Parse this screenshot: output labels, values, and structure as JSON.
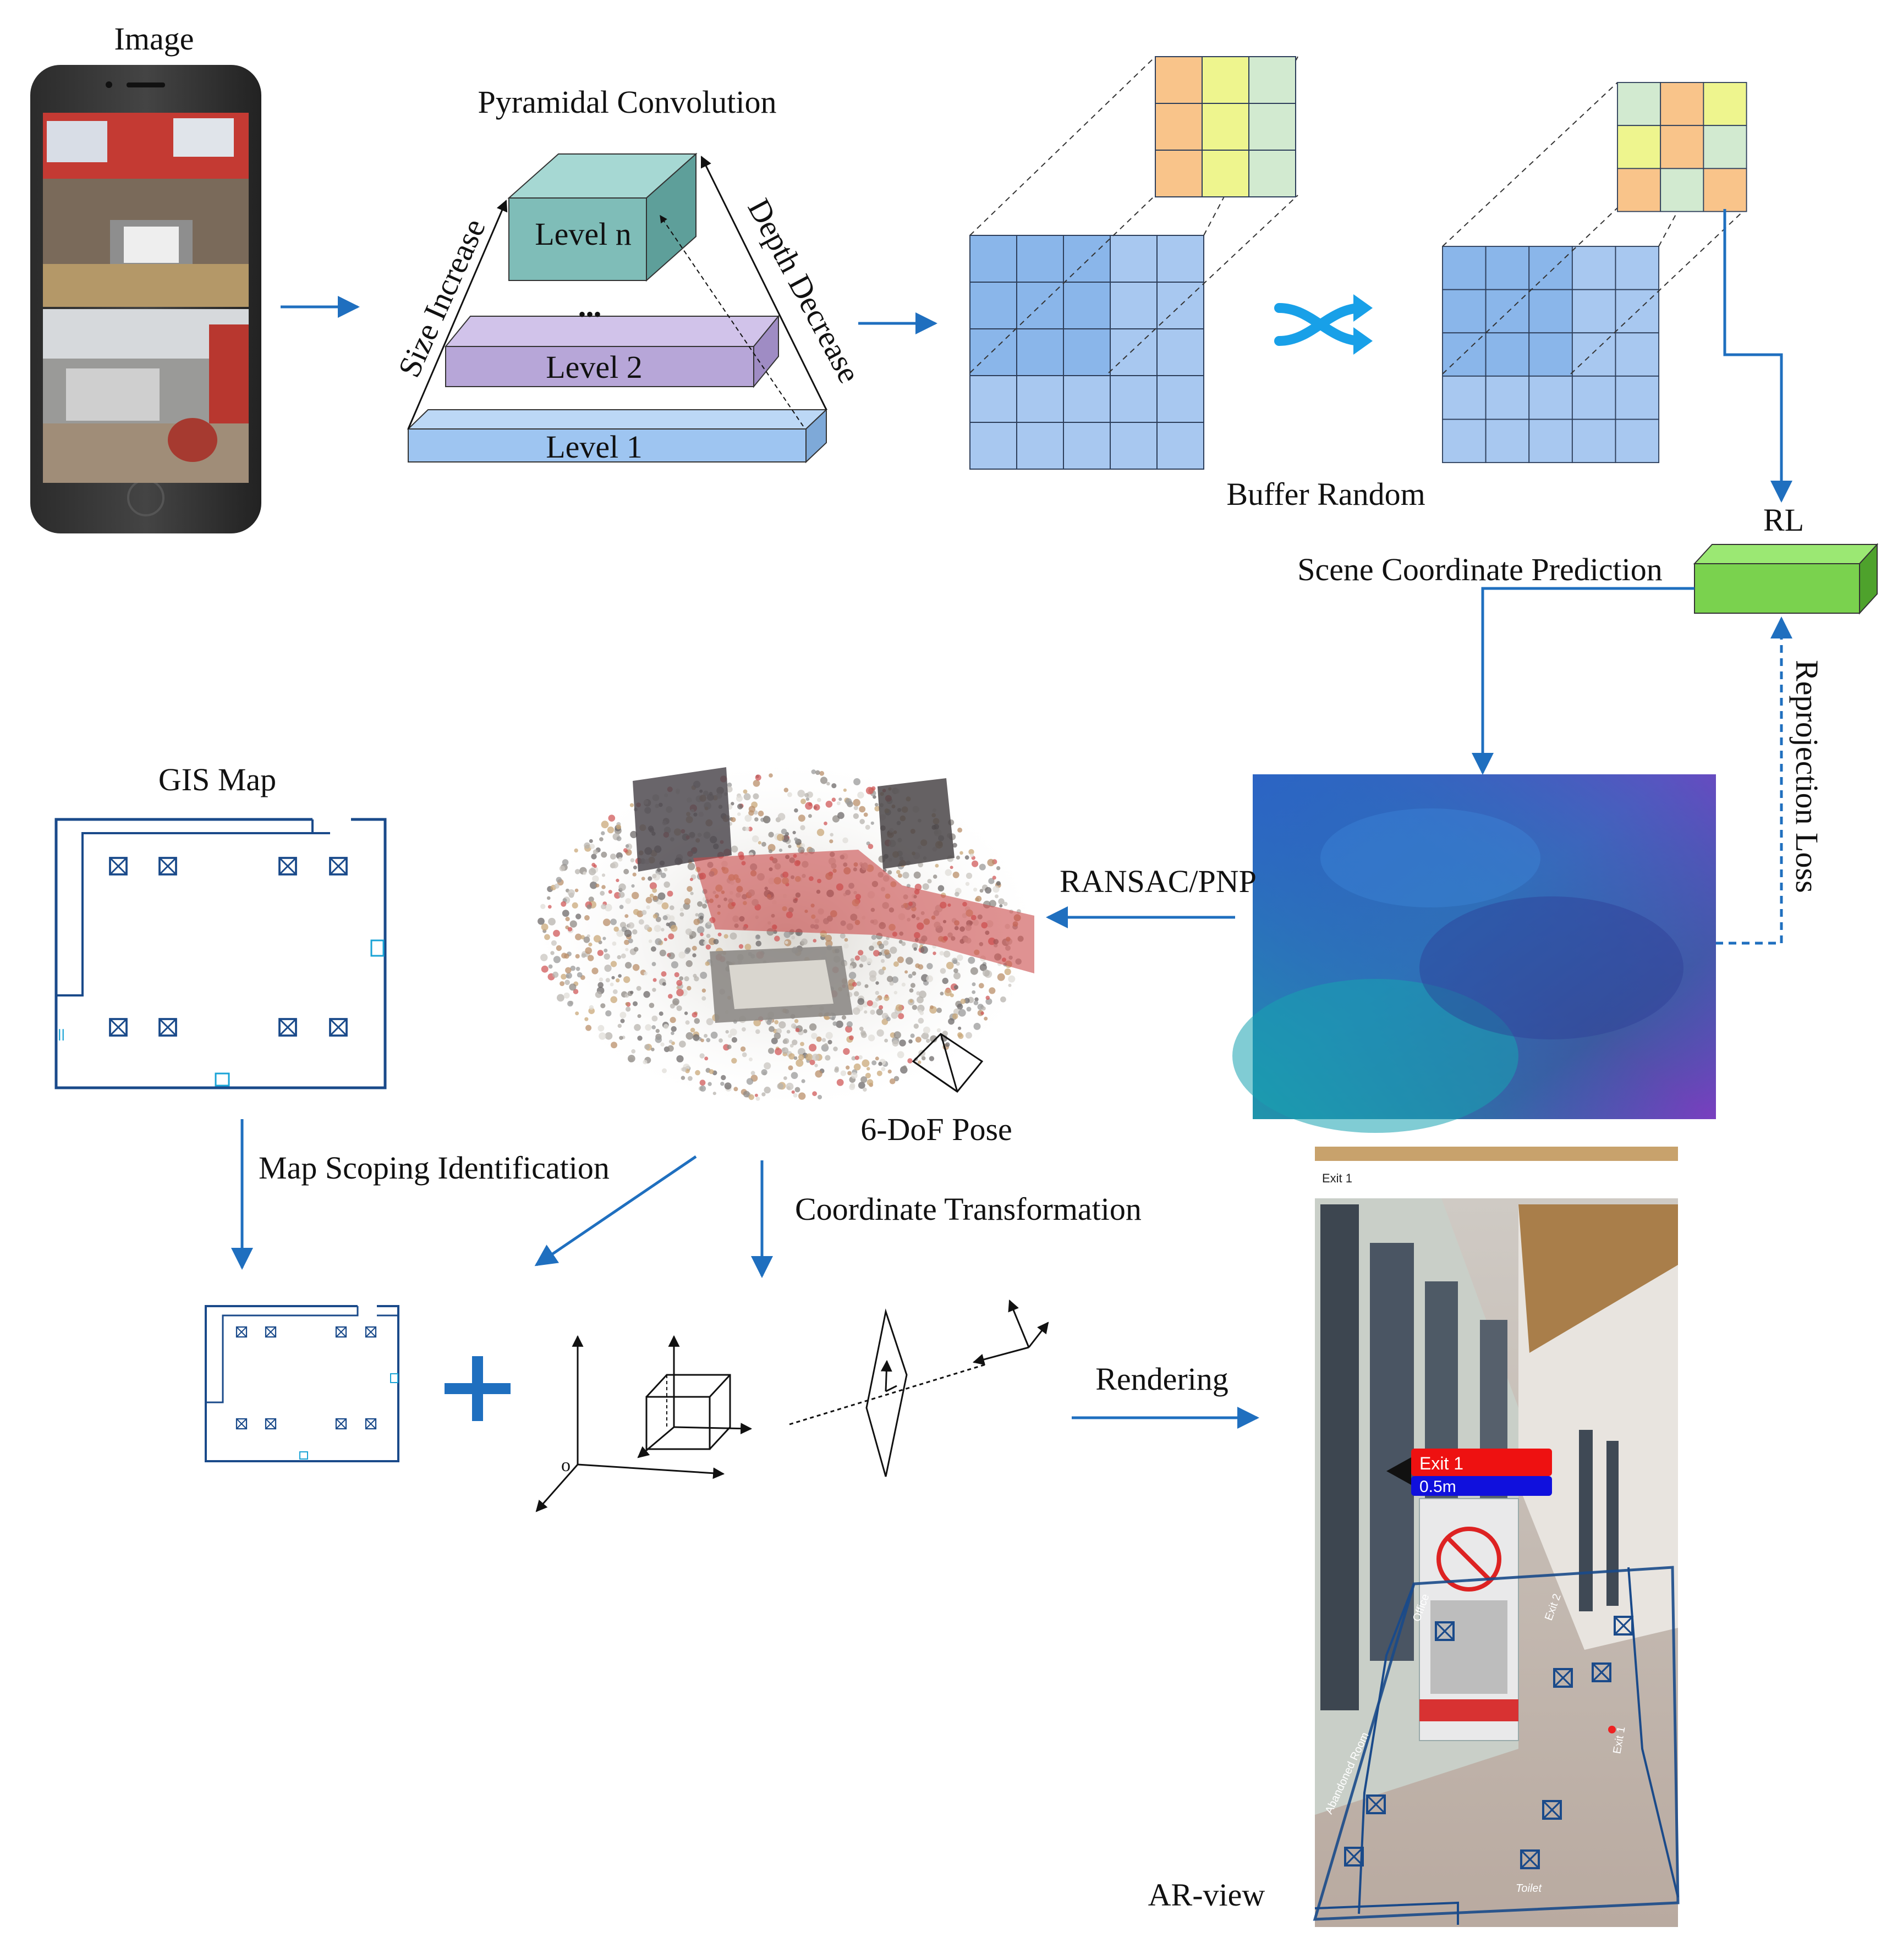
{
  "labels": {
    "image": "Image",
    "pyramidal_convolution": "Pyramidal Convolution",
    "level_n": "Level n",
    "level_2": "Level 2",
    "level_1": "Level 1",
    "ellipsis": "•••",
    "size_increase": "Size Increase",
    "depth_decrease": "Depth Decrease",
    "buffer_random": "Buffer Random",
    "rl": "RL",
    "scene_coordinate_prediction": "Scene Coordinate Prediction",
    "reprojection_loss": "Reprojection Loss",
    "ransac_pnp": "RANSAC/PNP",
    "gis_map": "GIS Map",
    "six_dof_pose": "6-DoF Pose",
    "map_scoping_identification": "Map Scoping Identification",
    "coordinate_transformation": "Coordinate Transformation",
    "origin": "o",
    "rendering": "Rendering",
    "ar_view": "AR-view"
  },
  "ar_view": {
    "header": "Exit 1",
    "nav_target": "Exit 1",
    "nav_distance": "0.5m",
    "floor_labels": [
      "Office",
      "Exit 2",
      "Exit 1",
      "Abandoned Room",
      "Toilet"
    ]
  },
  "colors": {
    "arrow": "#1f6fbf",
    "grid_blue": "#a8c8f0",
    "grid_blue_dark": "#8ab6ea",
    "orange": "#f9c48a",
    "yellow": "#eef58e",
    "green_pale": "#d2ead0",
    "level_n": "#7fbdb8",
    "level_2": "#b7a6d8",
    "level_1": "#9ec5f1",
    "rl_box": "#7ad24e",
    "map_line": "#1a4a8a",
    "ar_exit": "#ee1111",
    "ar_distance": "#1010dd"
  },
  "icons": [
    "smartphone-icon",
    "shuffle-icon",
    "plus-icon",
    "camera-pyramid-icon"
  ]
}
